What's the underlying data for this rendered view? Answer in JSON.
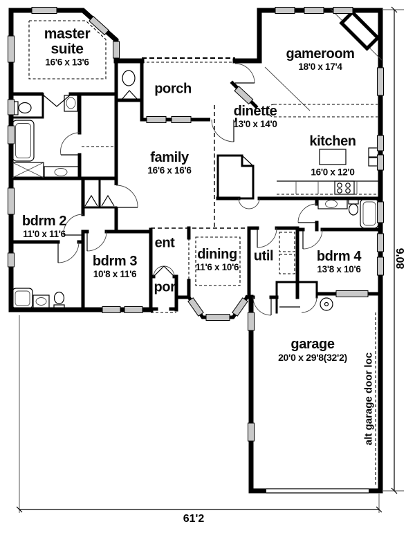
{
  "plan": {
    "rooms": [
      {
        "name": "master suite",
        "dims": "16'6 x 13'6"
      },
      {
        "name": "porch",
        "dims": ""
      },
      {
        "name": "gameroom",
        "dims": "18'0 x 17'4"
      },
      {
        "name": "dinette",
        "dims": "13'0 x 14'0"
      },
      {
        "name": "kitchen",
        "dims": "16'0 x 12'0"
      },
      {
        "name": "family",
        "dims": "16'6 x 16'6"
      },
      {
        "name": "bdrm 2",
        "dims": "11'0 x 11'6"
      },
      {
        "name": "bdrm 3",
        "dims": "10'8 x 11'6"
      },
      {
        "name": "ent",
        "dims": ""
      },
      {
        "name": "dining",
        "dims": "11'6 x 10'6"
      },
      {
        "name": "por",
        "dims": ""
      },
      {
        "name": "util",
        "dims": ""
      },
      {
        "name": "bdrm 4",
        "dims": "13'8 x 10'6"
      },
      {
        "name": "garage",
        "dims": "20'0 x 29'8(32'2)"
      }
    ],
    "dimensions": {
      "overall_width": "61'2",
      "overall_height": "80'6"
    },
    "notes": {
      "alt_garage_door": "alt garage door loc"
    },
    "colors": {
      "wall": "#000000",
      "window_fill": "#c9c9c9",
      "background": "#ffffff"
    }
  }
}
